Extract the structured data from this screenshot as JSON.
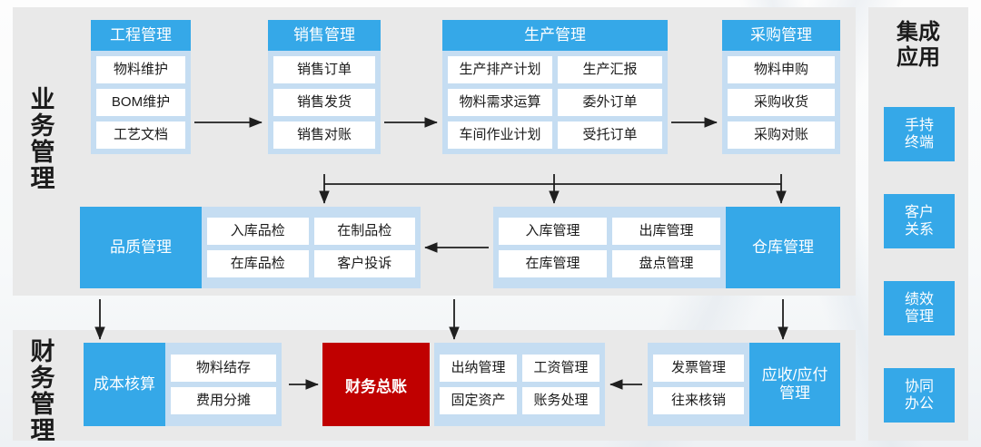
{
  "sections": {
    "business": {
      "label": "业务管理",
      "chars": [
        "业",
        "务",
        "管",
        "理"
      ]
    },
    "finance": {
      "label": "财务管理",
      "chars": [
        "财",
        "务",
        "管",
        "理"
      ]
    }
  },
  "groups": {
    "engineering": {
      "title": "工程管理",
      "items": [
        "物料维护",
        "BOM维护",
        "工艺文档"
      ]
    },
    "sales": {
      "title": "销售管理",
      "items": [
        "销售订单",
        "销售发货",
        "销售对账"
      ]
    },
    "production": {
      "title": "生产管理",
      "items": [
        "生产排产计划",
        "生产汇报",
        "物料需求运算",
        "委外订单",
        "车间作业计划",
        "受托订单"
      ]
    },
    "purchase": {
      "title": "采购管理",
      "items": [
        "物料申购",
        "采购收货",
        "采购对账"
      ]
    },
    "quality": {
      "title": "品质管理",
      "items": [
        "入库品检",
        "在制品检",
        "在库品检",
        "客户投诉"
      ]
    },
    "warehouse": {
      "title": "仓库管理",
      "items": [
        "入库管理",
        "出库管理",
        "在库管理",
        "盘点管理"
      ]
    },
    "cost": {
      "title": "成本核算",
      "items": [
        "物料结存",
        "费用分摊"
      ]
    },
    "ledger": {
      "title": "财务总账"
    },
    "accounting": {
      "items": [
        "出纳管理",
        "工资管理",
        "固定资产",
        "账务处理"
      ]
    },
    "receivable": {
      "title": "应收/应付管理",
      "title_lines": [
        "应收/应付",
        "管理"
      ],
      "items": [
        "发票管理",
        "往来核销"
      ]
    }
  },
  "integration": {
    "title": "集成应用",
    "title_lines": [
      "集成",
      "应用"
    ],
    "items": [
      {
        "label": "手持终端",
        "lines": [
          "手持",
          "终端"
        ]
      },
      {
        "label": "客户关系",
        "lines": [
          "客户",
          "关系"
        ]
      },
      {
        "label": "绩效管理",
        "lines": [
          "绩效",
          "管理"
        ]
      },
      {
        "label": "协同办公",
        "lines": [
          "协同",
          "办公"
        ]
      }
    ]
  },
  "colors": {
    "accent_blue": "#35a8e8",
    "light_blue": "#c5ddf2",
    "panel_gray": "#e9e9e9",
    "alert_red": "#c00000",
    "text_dark": "#1b1b1b",
    "white": "#ffffff"
  }
}
